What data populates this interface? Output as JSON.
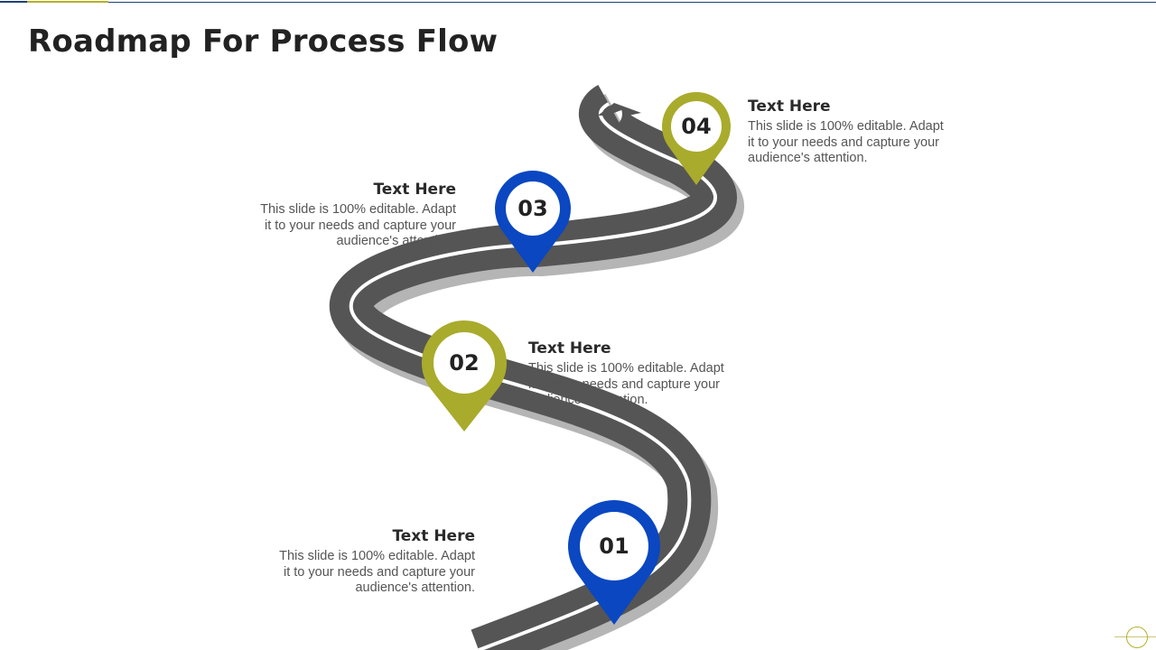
{
  "title": "Roadmap For Process Flow",
  "colors": {
    "accent_blue": "#0a47c1",
    "accent_olive": "#a9ab2c",
    "road": "#555555",
    "road_shadow": "#b5b5b5"
  },
  "stages": [
    {
      "number": "01",
      "heading": "Text Here",
      "text": "This slide is 100% editable. Adapt it to your needs and capture your audience's attention.",
      "pin_color": "blue"
    },
    {
      "number": "02",
      "heading": "Text Here",
      "text": "This slide is 100% editable. Adapt it to your needs and capture your audience's attention.",
      "pin_color": "olive"
    },
    {
      "number": "03",
      "heading": "Text Here",
      "text": "This slide is 100% editable. Adapt it to your needs and capture your audience's attention.",
      "pin_color": "blue"
    },
    {
      "number": "04",
      "heading": "Text Here",
      "text": "This slide is 100% editable. Adapt it to your needs and capture your audience's attention.",
      "pin_color": "olive"
    }
  ]
}
